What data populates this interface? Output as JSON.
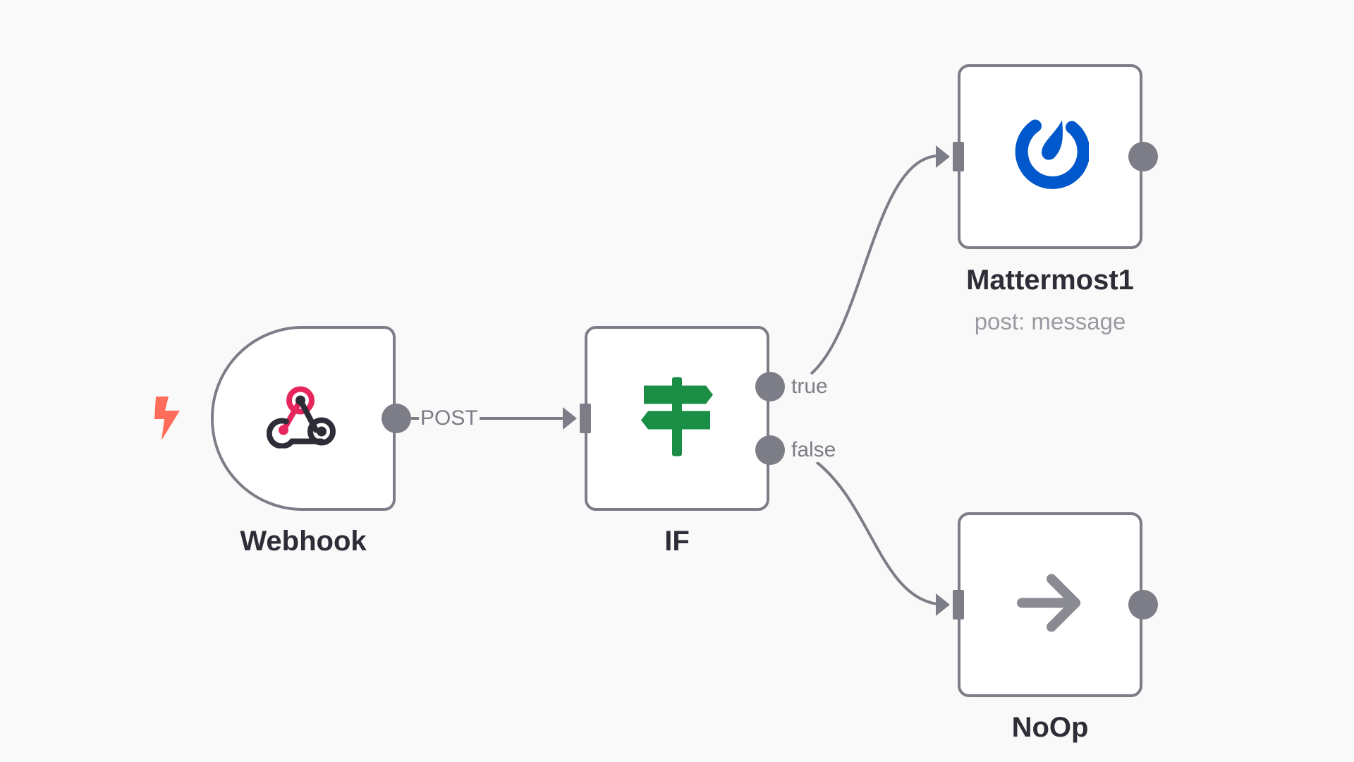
{
  "colors": {
    "canvas_bg": "#f9f9f9",
    "node_border": "#7d7d87",
    "connector": "#7d7d87",
    "webhook_pink": "#e8265e",
    "webhook_dark": "#2d2d37",
    "if_green": "#1b8e46",
    "mattermost_blue": "#0058cc",
    "noop_gray": "#8a8a92",
    "trigger_orange": "#ff6d5a"
  },
  "nodes": {
    "webhook": {
      "title": "Webhook",
      "icon": "webhook-icon",
      "output_label": "POST"
    },
    "if": {
      "title": "IF",
      "icon": "signpost-icon",
      "output_true": "true",
      "output_false": "false"
    },
    "mattermost": {
      "title": "Mattermost1",
      "subtitle": "post: message",
      "icon": "mattermost-icon"
    },
    "noop": {
      "title": "NoOp",
      "icon": "arrow-right-icon"
    }
  },
  "trigger_icon": "lightning-bolt-icon"
}
